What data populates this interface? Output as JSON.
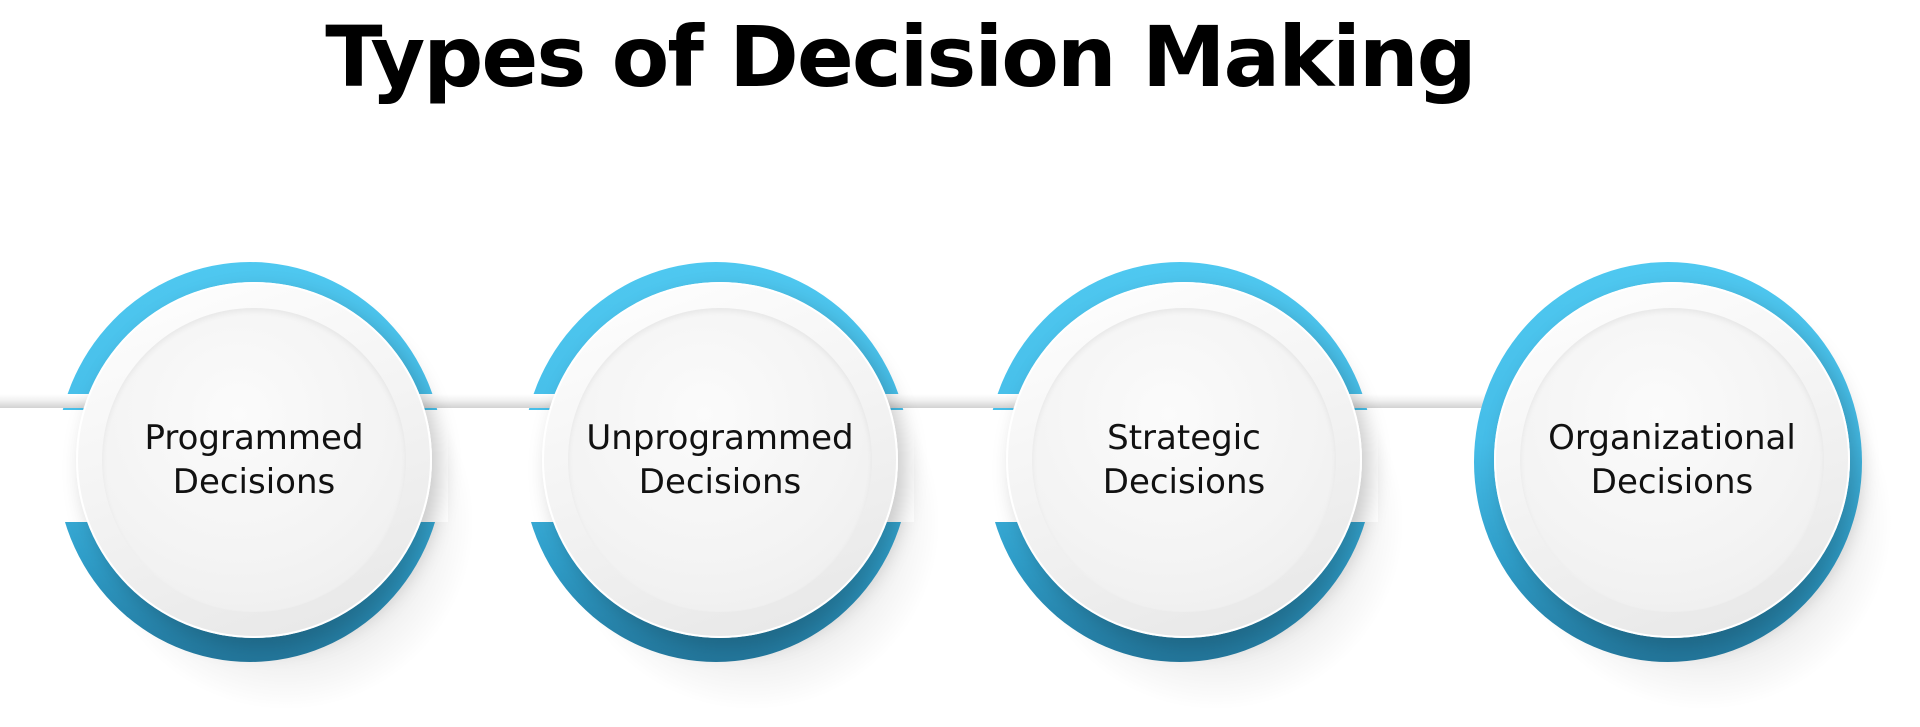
{
  "title": "Types of Decision Making",
  "colors": {
    "ring_top": "#4fc8f0",
    "ring_bottom": "#23779c",
    "disc": "#f4f4f4",
    "text": "#111111"
  },
  "nodes": [
    {
      "line1": "Programmed",
      "line2": "Decisions"
    },
    {
      "line1": "Unprogrammed",
      "line2": "Decisions"
    },
    {
      "line1": "Strategic",
      "line2": "Decisions"
    },
    {
      "line1": "Organizational",
      "line2": "Decisions"
    }
  ]
}
